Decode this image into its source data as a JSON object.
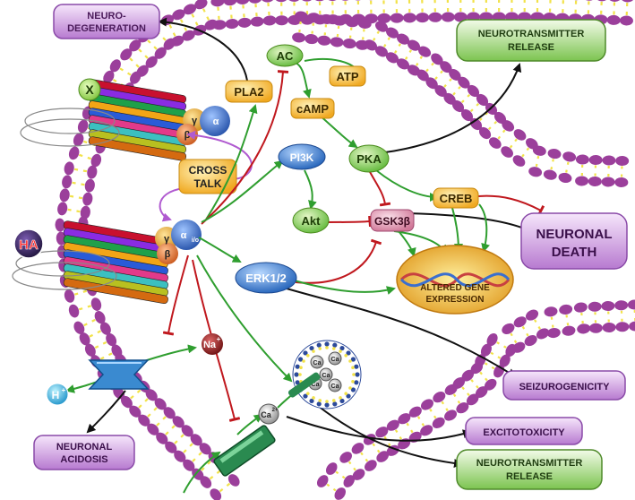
{
  "colors": {
    "background": "#ffffff",
    "membrane_head": "#9b3f9b",
    "membrane_tail": "#f2e24a",
    "activation": "#2f9e2f",
    "inhibition": "#c0181e",
    "link": "#111111",
    "crosstalk": "#b05ad0",
    "outcome_purple": "#cfa0e0",
    "outcome_green": "#b9e3a0",
    "node_orange": "#f5c04a",
    "node_green": "#8fd06a",
    "node_blue": "#3a7fd0",
    "node_pink": "#e6a8c0"
  },
  "receptors": [
    {
      "ligand": "X",
      "subunits": {
        "alpha": "α",
        "beta": "β",
        "gamma": "γ"
      }
    },
    {
      "ligand": "HA",
      "subunits": {
        "alpha": "α",
        "alpha_suffix": "i/o",
        "beta": "β",
        "gamma": "γ"
      }
    }
  ],
  "crosstalk": {
    "line1": "CROSS",
    "line2": "TALK"
  },
  "nodes": {
    "ac": "AC",
    "atp": "ATP",
    "camp": "cAMP",
    "pla2": "PLA2",
    "pka": "PKA",
    "pi3k": "PI3K",
    "akt": "Akt",
    "creb": "CREB",
    "gsk3b": "GSK3β",
    "erk": "ERK1/2"
  },
  "gene_expression": {
    "line1": "ALTERED GENE",
    "line2": "EXPRESSION"
  },
  "ions": {
    "na": "Na",
    "na_charge": "+",
    "h": "H",
    "h_charge": "+",
    "ca": "Ca",
    "ca_charge": "2+",
    "vesicle_ca": [
      "Ca",
      "Ca",
      "Ca",
      "Ca",
      "Ca"
    ]
  },
  "outcomes": {
    "neurodegeneration": {
      "line1": "NEURO-",
      "line2": "DEGENERATION"
    },
    "nt_release_top": {
      "line1": "NEUROTRANSMITTER",
      "line2": "RELEASE"
    },
    "neuronal_death": {
      "line1": "NEURONAL",
      "line2": "DEATH"
    },
    "seizurogenicity": "SEIZUROGENICITY",
    "excitotoxicity": "EXCITOTOXICITY",
    "nt_release_bottom": {
      "line1": "NEUROTRANSMITTER",
      "line2": "RELEASE"
    },
    "neuronal_acidosis": {
      "line1": "NEURONAL",
      "line2": "ACIDOSIS"
    }
  }
}
